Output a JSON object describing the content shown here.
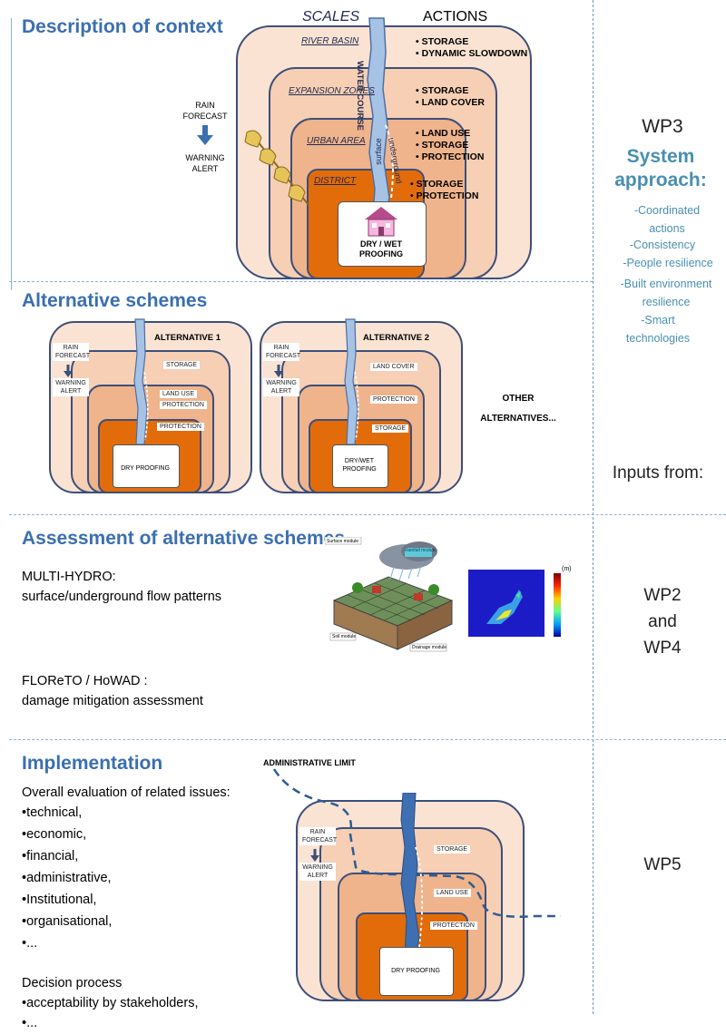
{
  "sections": {
    "context_title": "Description of context",
    "alternatives_title": "Alternative schemes",
    "assessment_title": "Assessment of alternative schemes",
    "implementation_title": "Implementation"
  },
  "context": {
    "scales_header": "SCALES",
    "actions_header": "ACTIONS",
    "scales": [
      "RIVER BASIN",
      "EXPANSION ZONES",
      "URBAN AREA",
      "DISTRICT"
    ],
    "actions": {
      "river_basin": [
        "• STORAGE",
        "• DYNAMIC SLOWDOWN"
      ],
      "expansion_zones": [
        "• STORAGE",
        "• LAND COVER"
      ],
      "urban_area": [
        "• LAND USE",
        "• STORAGE",
        "• PROTECTION"
      ],
      "district": [
        "• STORAGE",
        "• PROTECTION"
      ]
    },
    "water_course": "WATER COURSE",
    "surface": "surface",
    "underground": "underground",
    "rain_forecast": "RAIN FORECAST",
    "warning_alert": "WARNING ALERT",
    "dry_wet_proofing": "DRY / WET PROOFING"
  },
  "alternatives": {
    "alt1": {
      "title": "ALTERNATIVE 1",
      "rain_forecast": "RAIN FORECAST",
      "warning_alert": "WARNING ALERT",
      "tags": [
        "STORAGE",
        "LAND USE",
        "PROTECTION",
        "PROTECTION"
      ],
      "house": "DRY PROOFING"
    },
    "alt2": {
      "title": "ALTERNATIVE 2",
      "rain_forecast": "RAIN FORECAST",
      "warning_alert": "WARNING ALERT",
      "tags": [
        "LAND COVER",
        "PROTECTION",
        "STORAGE"
      ],
      "house": "DRY/WET PROOFING"
    },
    "other": "OTHER ALTERNATIVES..."
  },
  "assessment": {
    "multihydro_title": "MULTI-HYDRO:",
    "multihydro_desc": "surface/underground flow patterns",
    "floreto_title": "FLOReTO / HoWAD :",
    "floreto_desc": "damage mitigation assessment",
    "modules": {
      "rainfall": "Rainfall module",
      "surface": "Surface module",
      "soil": "Soil module",
      "drainage": "Drainage module"
    },
    "colorbar_unit": "(m)"
  },
  "implementation": {
    "admin_limit": "ADMINISTRATIVE LIMIT",
    "overall_title": "Overall evaluation of related issues:",
    "issues": [
      "•technical,",
      "•economic,",
      "•financial,",
      "•administrative,",
      "•Institutional,",
      "•organisational,",
      "•..."
    ],
    "decision_title": "Decision process",
    "decision_items": [
      "•acceptability by stakeholders,",
      "•..."
    ],
    "rain_forecast": "RAIN FORECAST",
    "warning_alert": "WARNING ALERT",
    "tags": [
      "STORAGE",
      "LAND USE",
      "PROTECTION"
    ],
    "house": "DRY PROOFING"
  },
  "right_column": {
    "wp3": "WP3",
    "system_approach": "System approach:",
    "bullets": [
      "-Coordinated actions",
      "-Consistency",
      "-People resilience",
      "-Built environment resilience",
      "-Smart technologies"
    ],
    "inputs_from": "Inputs from:",
    "wp2": "WP2",
    "and": "and",
    "wp4": "WP4",
    "wp5": "WP5"
  },
  "colors": {
    "title_blue": "#3b6fb0",
    "approach_teal": "#4a8fb0",
    "outer_box": "#fbe3d3",
    "mid_box": "#f6cfb4",
    "inner_box": "#efb48c",
    "district_box": "#e36c0a",
    "river": "#a6c3e6",
    "river_impl": "#3e6fb2"
  }
}
